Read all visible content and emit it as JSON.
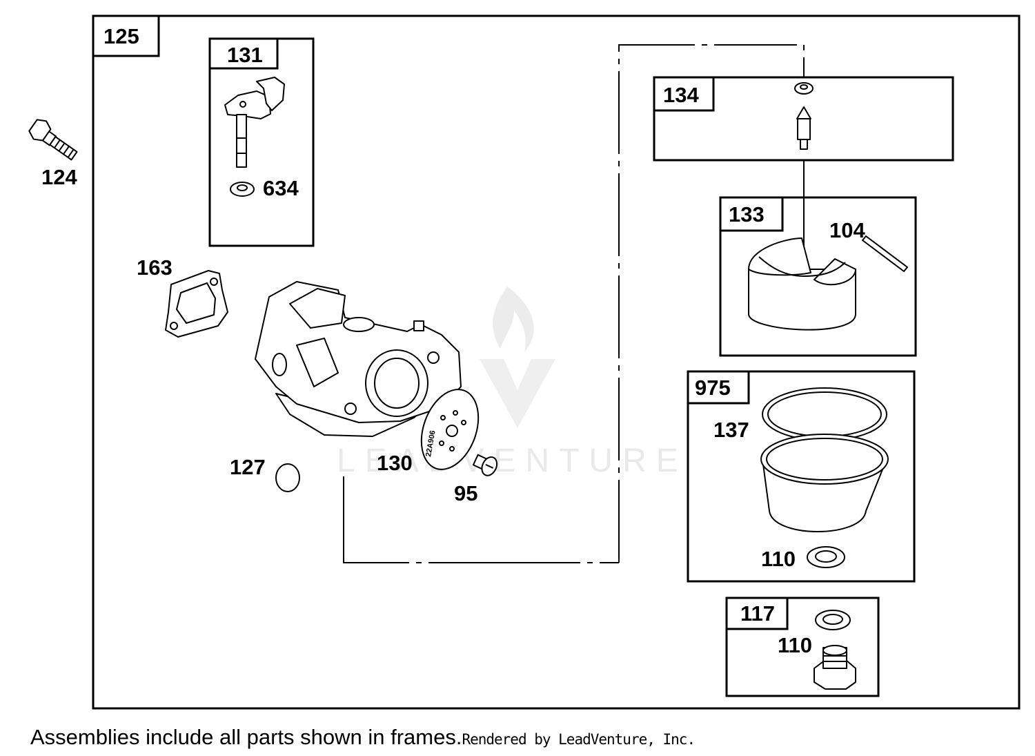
{
  "watermark": {
    "brand": "LEADVENTURE"
  },
  "frames": {
    "f125": "125",
    "f131": "131",
    "f134": "134",
    "f133": "133",
    "f975": "975",
    "f117": "117"
  },
  "parts": {
    "p124": "124",
    "p634": "634",
    "p163": "163",
    "p127": "127",
    "p130": "130",
    "p95": "95",
    "p104": "104",
    "p137": "137",
    "p110_bowl": "110",
    "p110_drain": "110"
  },
  "jet_stamp": "22A906",
  "footer": {
    "note": "Assemblies include all parts shown in frames.",
    "credit": "Rendered by LeadVenture, Inc."
  }
}
